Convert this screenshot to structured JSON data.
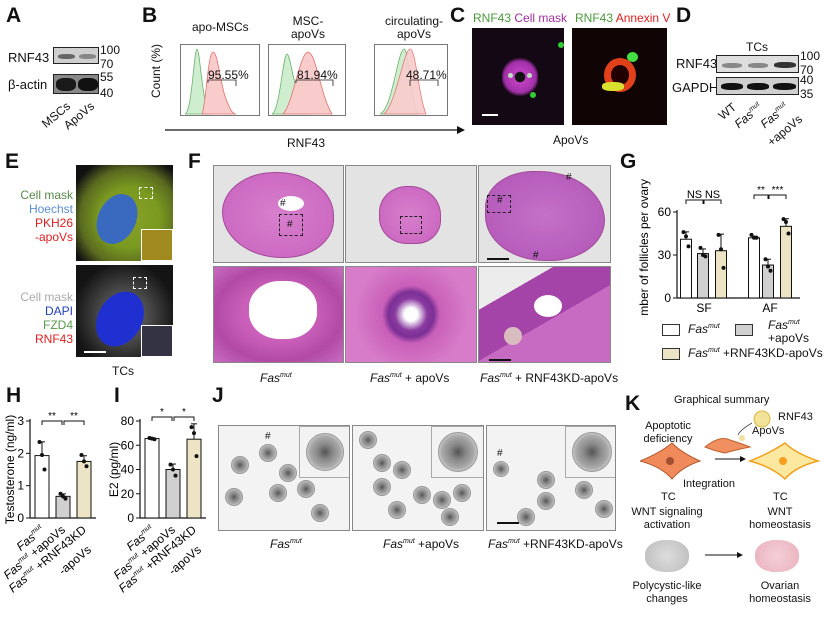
{
  "panels": {
    "A": "A",
    "B": "B",
    "C": "C",
    "D": "D",
    "E": "E",
    "F": "F",
    "G": "G",
    "H": "H",
    "I": "I",
    "J": "J",
    "K": "K"
  },
  "panelA": {
    "rows": [
      "RNF43",
      "β-actin"
    ],
    "mw": [
      "100",
      "70",
      "55",
      "40"
    ],
    "lanes": [
      "MSCs",
      "ApoVs"
    ]
  },
  "panelB": {
    "ylabel": "Count (%)",
    "xlabel": "RNF43",
    "histograms": [
      {
        "title": "apo-MSCs",
        "percent": "95.55%"
      },
      {
        "title": "MSC-\napoVs",
        "title1": "MSC-",
        "title2": "apoVs",
        "percent": "81.94%"
      },
      {
        "title1": "circulating-",
        "title2": "apoVs",
        "percent": "48.71%"
      }
    ],
    "colors": {
      "control": "#7fc98a",
      "rnf43": "#f08a8a"
    }
  },
  "panelC": {
    "img1": {
      "c1": "RNF43",
      "c2": "Cell mask"
    },
    "img2": {
      "c1": "RNF43",
      "c2": "Annexin V"
    },
    "caption": "ApoVs",
    "colors": {
      "green": "#4a9a3a",
      "magenta": "#a030a0",
      "red": "#e02020"
    }
  },
  "panelD": {
    "title": "TCs",
    "rows": [
      "RNF43",
      "GAPDH"
    ],
    "mw": [
      "100",
      "70",
      "40",
      "35"
    ],
    "lanes": [
      {
        "gene": "WT",
        "sup": "",
        "suffix": ""
      },
      {
        "gene": "Fas",
        "sup": "mut",
        "suffix": ""
      },
      {
        "gene": "Fas",
        "sup": "mut",
        "suffix": "+apoVs"
      }
    ]
  },
  "panelE": {
    "legend1": [
      "Cell mask",
      "Hoechst",
      "PKH26",
      "-apoVs"
    ],
    "legend2": [
      "Cell mask",
      "DAPI",
      "FZD4",
      "RNF43"
    ],
    "caption": "TCs",
    "legendColors1": [
      "#5a8a4a",
      "#5b8fd0",
      "#e02020",
      "#e02020"
    ],
    "legendColors2": [
      "#aaaaaa",
      "#2040c0",
      "#5a9a4a",
      "#e02020"
    ]
  },
  "panelF": {
    "labels": [
      {
        "gene": "Fas",
        "sup": "mut",
        "suffix": ""
      },
      {
        "gene": "Fas",
        "sup": "mut",
        "suffix": " + apoVs"
      },
      {
        "gene": "Fas",
        "sup": "mut",
        "suffix": " + RNF43KD-apoVs"
      }
    ],
    "marker": "#"
  },
  "panelJ": {
    "labels": [
      {
        "gene": "Fas",
        "sup": "mut",
        "suffix": ""
      },
      {
        "gene": "Fas",
        "sup": "mut",
        "suffix": " +apoVs"
      },
      {
        "gene": "Fas",
        "sup": "mut",
        "suffix": " +RNF43KD-apoVs"
      }
    ],
    "marker": "#"
  },
  "panelG_legend": [
    {
      "gene": "Fas",
      "sup": "mut",
      "suffix": "",
      "color": "#ffffff"
    },
    {
      "gene": "Fas",
      "sup": "mut",
      "suffix": "+apoVs",
      "color": "#d0d0d0"
    },
    {
      "gene": "Fas",
      "sup": "mut",
      "suffix": " +RNF43KD-apoVs",
      "color": "#ece4c4"
    }
  ],
  "panelK": {
    "title": "Graphical summary",
    "apoptotic": "Apoptotic",
    "deficiency": "deficiency",
    "rnf43": "RNF43",
    "apovs": "ApoVs",
    "integration": "Integration",
    "tc_left": "TC",
    "tc_right": "TC",
    "wnt_left1": "WNT signaling",
    "wnt_left2": "activation",
    "wnt_right1": "WNT",
    "wnt_right2": "homeostasis",
    "poly1": "Polycystic-like",
    "poly2": "changes",
    "ovar1": "Ovarian",
    "ovar2": "homeostasis",
    "colors": {
      "tc_left": "#f08a5a",
      "tc_right": "#f5c030",
      "ovary_left": "#cccccc",
      "ovary_right": "#f0c0c8"
    }
  },
  "chart_data": [
    {
      "id": "G",
      "type": "bar",
      "ylabel": "Number of follicles per ovary",
      "categories": [
        "SF",
        "AF"
      ],
      "ylim": [
        0,
        60
      ],
      "yticks": [
        "0",
        "30",
        "60"
      ],
      "groups": [
        "Fasmut",
        "Fasmut +apoVs",
        "Fasmut +RNF43KD-apoVs"
      ],
      "colors": [
        "#ffffff",
        "#d0d0d0",
        "#ece4c4"
      ],
      "values": [
        [
          41,
          31,
          33
        ],
        [
          42,
          23,
          50
        ]
      ],
      "errors": [
        [
          5,
          4,
          11
        ],
        [
          2,
          5,
          5
        ]
      ],
      "points": [
        [
          [
            46,
            43,
            36
          ],
          [
            35,
            30,
            29
          ],
          [
            44,
            34,
            21
          ]
        ],
        [
          [
            44,
            42,
            42
          ],
          [
            27,
            22,
            19
          ],
          [
            55,
            53,
            45
          ]
        ]
      ],
      "significance": [
        {
          "group": 0,
          "pairs": [
            "NS",
            "NS"
          ]
        },
        {
          "group": 1,
          "pairs": [
            "**",
            "***"
          ]
        }
      ]
    },
    {
      "id": "H",
      "type": "bar",
      "ylabel": "Testosterone (ng/ml)",
      "ylim": [
        0,
        3
      ],
      "yticks": [
        "0",
        "1",
        "2",
        "3"
      ],
      "categories": [
        {
          "gene": "Fas",
          "sup": "mut",
          "suffix": ""
        },
        {
          "gene": "Fas",
          "sup": "mut",
          "suffix": " +apoVs"
        },
        {
          "gene": "Fas",
          "sup": "mut",
          "suffix": " +RNF43KD",
          "suffix2": "-apoVs"
        }
      ],
      "colors": [
        "#ffffff",
        "#d0d0d0",
        "#ece4c4"
      ],
      "values": [
        1.93,
        0.67,
        1.75
      ],
      "errors": [
        0.45,
        0.1,
        0.2
      ],
      "points": [
        [
          2.35,
          1.95,
          1.5
        ],
        [
          0.75,
          0.67,
          0.6
        ],
        [
          1.95,
          1.75,
          1.6
        ]
      ],
      "significance": [
        "**",
        "**"
      ]
    },
    {
      "id": "I",
      "type": "bar",
      "ylabel": "E2 (pg/ml)",
      "ylabel_main": "E",
      "ylabel_sub": "2",
      "ylabel_unit": " (pg/ml)",
      "ylim": [
        0,
        80
      ],
      "yticks": [
        "0",
        "20",
        "40",
        "60",
        "80"
      ],
      "categories": [
        {
          "gene": "Fas",
          "sup": "mut",
          "suffix": ""
        },
        {
          "gene": "Fas",
          "sup": "mut",
          "suffix": " +apoVs"
        },
        {
          "gene": "Fas",
          "sup": "mut",
          "suffix": " +RNF43KD",
          "suffix2": "-apoVs"
        }
      ],
      "colors": [
        "#ffffff",
        "#d0d0d0",
        "#ece4c4"
      ],
      "values": [
        65.5,
        40,
        65
      ],
      "errors": [
        1.5,
        4,
        13
      ],
      "points": [
        [
          66,
          65.5,
          65
        ],
        [
          44,
          40,
          35
        ],
        [
          75,
          70,
          51
        ]
      ],
      "significance": [
        "*",
        "*"
      ]
    }
  ]
}
